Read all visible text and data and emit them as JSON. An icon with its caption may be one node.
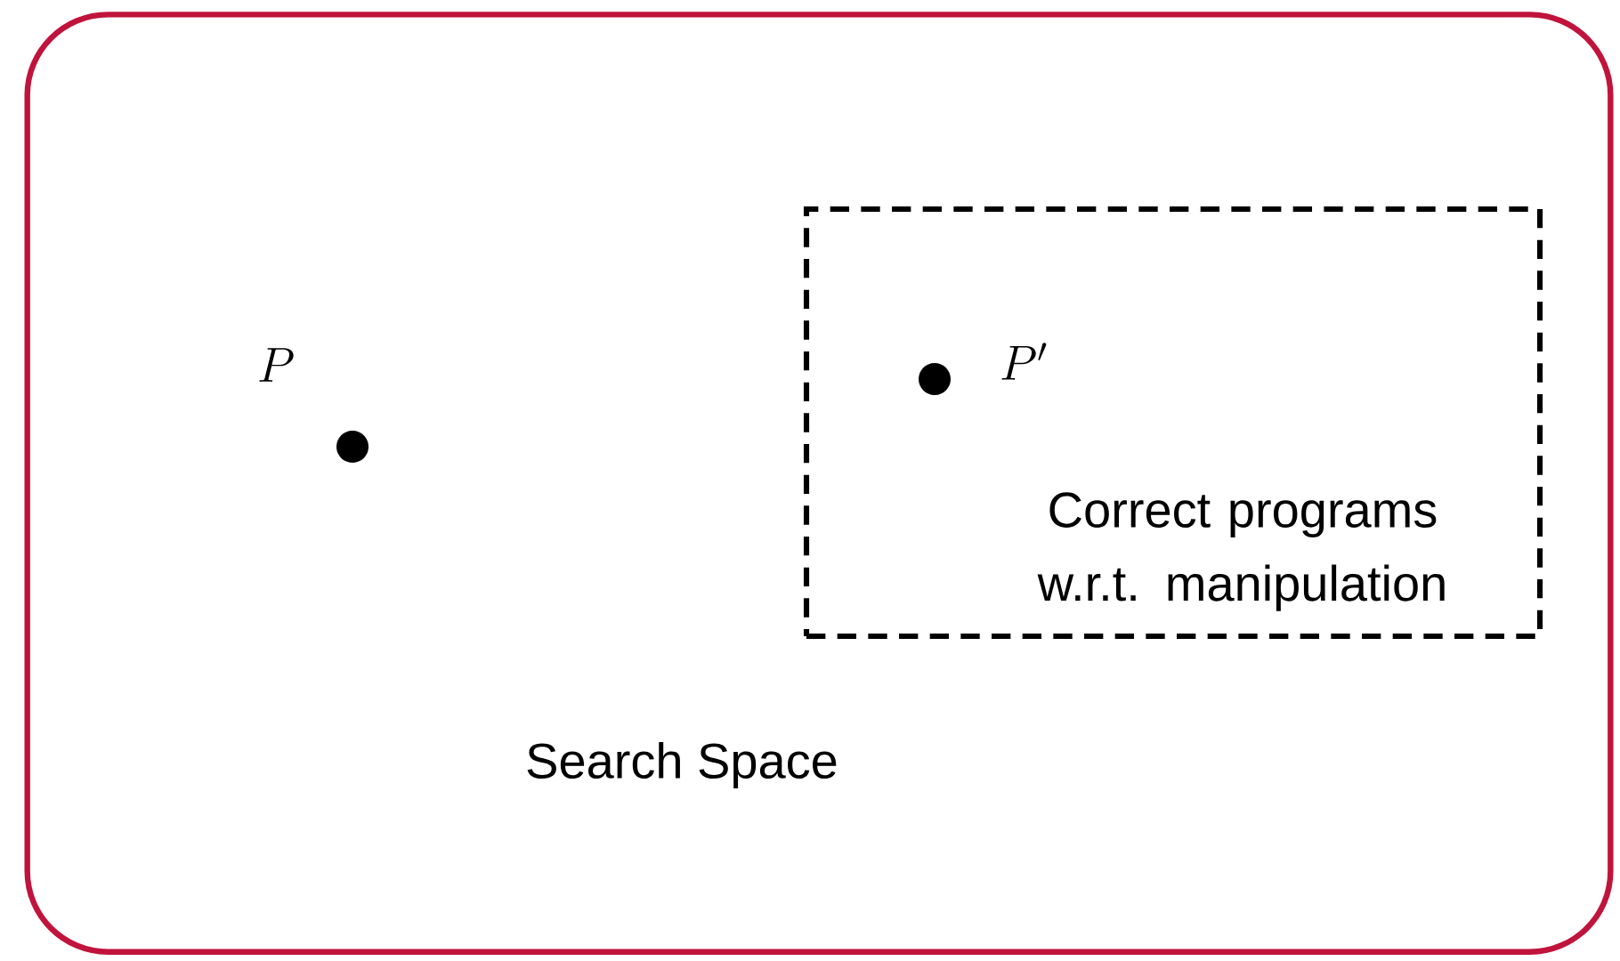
{
  "diagram": {
    "nodes": [
      {
        "text": [
          "Search Space"
        ]
      },
      {
        "text": [
          "Correct programs w.r.t. manipulation"
        ],
        "in": 0
      },
      {
        "text": [
          "P"
        ],
        "in": 0
      },
      {
        "text": [
          "P'"
        ],
        "in": 1
      }
    ]
  }
}
